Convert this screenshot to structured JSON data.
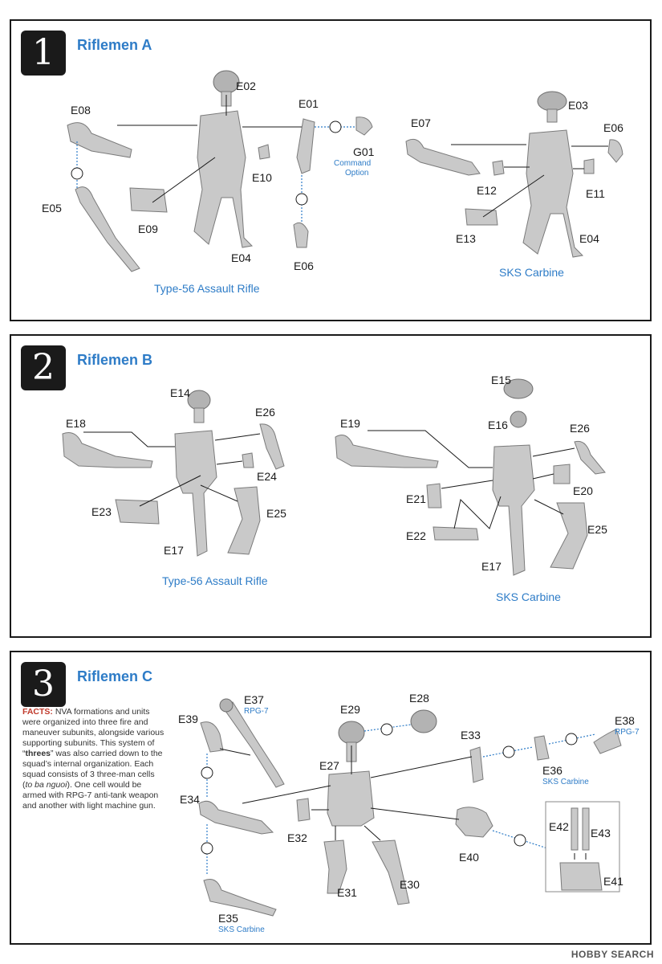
{
  "steps": [
    {
      "number": "1",
      "title": "Riflemen A",
      "labels": {
        "e02": "E02",
        "e08": "E08",
        "e01": "E01",
        "g01": "G01",
        "g01_note1": "Command",
        "g01_note2": "Option",
        "e10": "E10",
        "e05": "E05",
        "e09": "E09",
        "e04a": "E04",
        "e06a": "E06",
        "e03": "E03",
        "e07": "E07",
        "e06b": "E06",
        "e12": "E12",
        "e11": "E11",
        "e13": "E13",
        "e04b": "E04"
      },
      "captions": {
        "left": "Type-56 Assault Rifle",
        "right": "SKS Carbine"
      }
    },
    {
      "number": "2",
      "title": "Riflemen B",
      "labels": {
        "e14": "E14",
        "e26a": "E26",
        "e18": "E18",
        "e24": "E24",
        "e23": "E23",
        "e25a": "E25",
        "e17a": "E17",
        "e15": "E15",
        "e19": "E19",
        "e16": "E16",
        "e26b": "E26",
        "e20": "E20",
        "e21": "E21",
        "e22": "E22",
        "e25b": "E25",
        "e17b": "E17"
      },
      "captions": {
        "left": "Type-56 Assault Rifle",
        "right": "SKS Carbine"
      }
    },
    {
      "number": "3",
      "title": "Riflemen C",
      "facts": {
        "heading": "FACTS:",
        "part1": " NVA formations and units were organized into three fire and maneuver subunits, alongside various supporting subunits.  This system of “",
        "bold": "threes",
        "part2": "” was also carried down to the squad’s internal organization.  Each squad consists of 3 three-man cells (",
        "italic": "to ba nguoi",
        "part3": ").  One cell would be armed with RPG-7 anti-tank weapon and another with light machine gun."
      },
      "labels": {
        "e37": "E37",
        "e37_note": "RPG-7",
        "e39": "E39",
        "e29": "E29",
        "e28": "E28",
        "e33": "E33",
        "e38": "E38",
        "e38_note": "RPG-7",
        "e36": "E36",
        "e36_note": "SKS Carbine",
        "e27": "E27",
        "e34": "E34",
        "e32": "E32",
        "e40": "E40",
        "e42": "E42",
        "e43": "E43",
        "e41": "E41",
        "e31": "E31",
        "e30": "E30",
        "e35": "E35",
        "e35_note": "SKS Carbine"
      }
    }
  ],
  "watermark": "HOBBY SEARCH"
}
